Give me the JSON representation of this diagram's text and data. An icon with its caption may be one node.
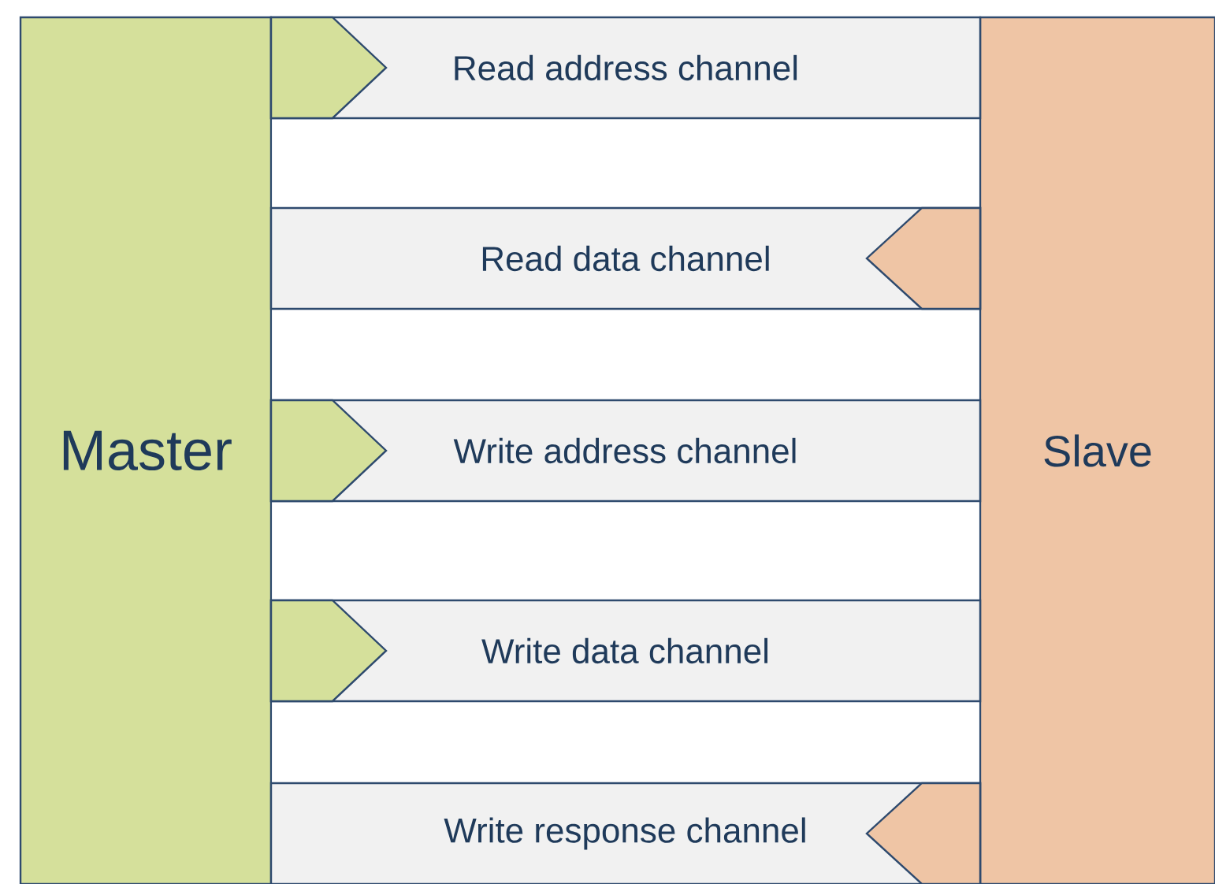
{
  "diagram": {
    "nodes": [
      {
        "text": [
          "Master"
        ]
      },
      {
        "text": [
          "Slave"
        ]
      },
      {
        "text": [
          "Read address channel"
        ]
      },
      {
        "text": [
          "Read data channel"
        ]
      },
      {
        "text": [
          "Write address channel"
        ]
      },
      {
        "text": [
          "Write data channel"
        ]
      },
      {
        "text": [
          "Write response channel"
        ]
      }
    ],
    "edges": [
      {
        "from": 0,
        "to": 2,
        "arrow": "to"
      },
      {
        "from": 1,
        "to": 3,
        "arrow": "to"
      },
      {
        "from": 0,
        "to": 4,
        "arrow": "to"
      },
      {
        "from": 0,
        "to": 5,
        "arrow": "to"
      },
      {
        "from": 1,
        "to": 6,
        "arrow": "to"
      }
    ]
  }
}
